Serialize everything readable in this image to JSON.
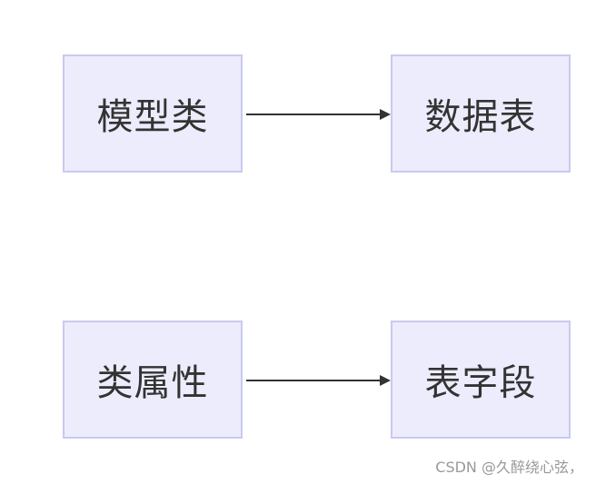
{
  "diagram": {
    "nodes": {
      "model_class": "模型类",
      "data_table": "数据表",
      "class_attribute": "类属性",
      "table_field": "表字段"
    },
    "edges": [
      {
        "from": "model_class",
        "to": "data_table"
      },
      {
        "from": "class_attribute",
        "to": "table_field"
      }
    ],
    "colors": {
      "node_fill": "#ececfd",
      "node_border": "#c9c9f0",
      "edge": "#333333"
    }
  },
  "watermark": "CSDN @久醉绕心弦，"
}
